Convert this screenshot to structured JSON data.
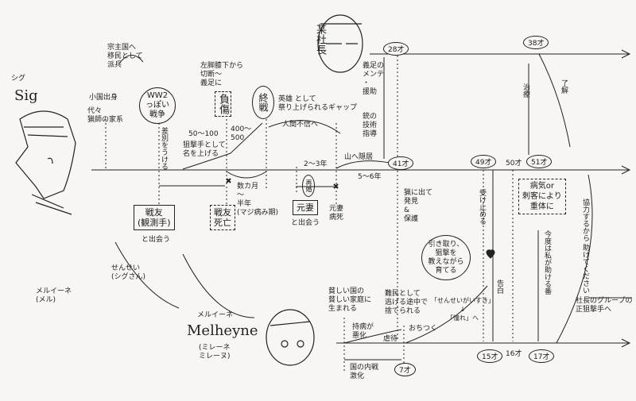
{
  "sig": {
    "kana": "シグ",
    "name": "Sig",
    "origin": "小国出身",
    "family": "代々\n猟師の家系",
    "deploy": "宗主国へ\n移民として\n派兵",
    "war": "WW2\nっぽい\n戦争",
    "discrim": "差別をうける",
    "kills1": "50〜100",
    "sniper": "狙撃手として\n名を上げる",
    "leg": "左脚膝下から\n切断〜\n義足に",
    "injury": "負傷",
    "kills2": "400〜\n500",
    "war_end": "終戦",
    "hero": "英雄 として\n祭り上げられるギャップ",
    "distrust": "人間不信へ",
    "years_a": "2〜3年",
    "retire": "山へ隠居",
    "years_b": "5〜6年",
    "comrade": "戦友\n(観測手)",
    "meet1": "と出会う",
    "comrade_death": "戦友\n死亡",
    "months": "数カ月\n〜\n半年\n(マジ病み期)",
    "remarry": "再婚",
    "ex_wife": "元妻",
    "meet2": "と出会う",
    "ex_wife_death": "元妻\n病死",
    "found": "猟に出て\n発見\n&\n保護",
    "raise": "引き取り、\n狙撃を\n教えながら\n育てる",
    "accept": "受け止める",
    "confession": "告白",
    "critical": "病気or\n刺客により\n重体に",
    "my_turn": "今度は私が助ける番",
    "help": "協力するから 助けてください",
    "ages": [
      "41才",
      "49才",
      "50才",
      "51才"
    ]
  },
  "president": {
    "title": "某社長",
    "age1": "28才",
    "age2": "38才",
    "maint": "義足の\nメンテ\n・\n援助",
    "teach": "銃の\n技術\n指導",
    "treat": "治療",
    "ok": "了解"
  },
  "mel": {
    "kana": "メルイーネ",
    "name": "Melheyne",
    "alt": "(ミレーネ\nミレーヌ)",
    "born": "貧しい国の\n貧しい家庭に\n生まれる",
    "refugee": "難民として\n逃げる途中で\n捨てられる",
    "like": "「せんせいがいすき」\n↓\n「憧れ」へ",
    "illness": "持病が\n悪化",
    "abuse": "虐待",
    "calm": "おちつく",
    "civil_war": "国の内戦\n激化",
    "group": "社長のグループの\n正狙撃手へ",
    "ages": [
      "7才",
      "15才",
      "16才",
      "17才"
    ]
  },
  "relation": {
    "to_sig": "せんせい\n(シグさん)",
    "to_mel": "メルイーネ\n(メル)"
  }
}
